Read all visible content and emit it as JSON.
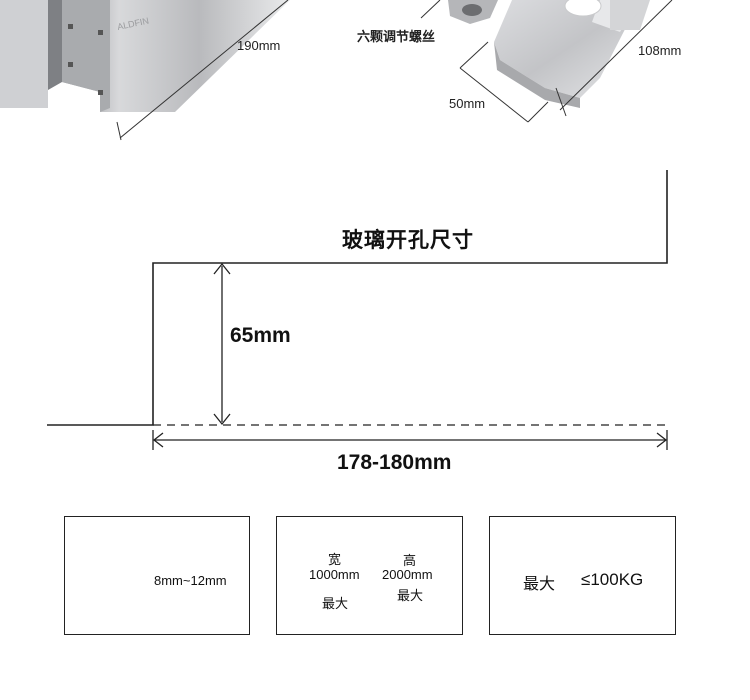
{
  "product": {
    "brand_mark": "ALDFIN",
    "dim_length": "190mm",
    "screws_label": "六颗调节螺丝",
    "dim_width": "50mm",
    "dim_depth": "108mm"
  },
  "cutout": {
    "title": "玻璃开孔尺寸",
    "height": "65mm",
    "width": "178-180mm"
  },
  "specs": {
    "thickness": "8mm~12mm",
    "width_label": "宽",
    "width_value": "1000mm",
    "width_max": "最大",
    "height_label": "高",
    "height_value": "2000mm",
    "height_max": "最大",
    "weight_max": "最大",
    "weight_value": "≤100KG"
  }
}
